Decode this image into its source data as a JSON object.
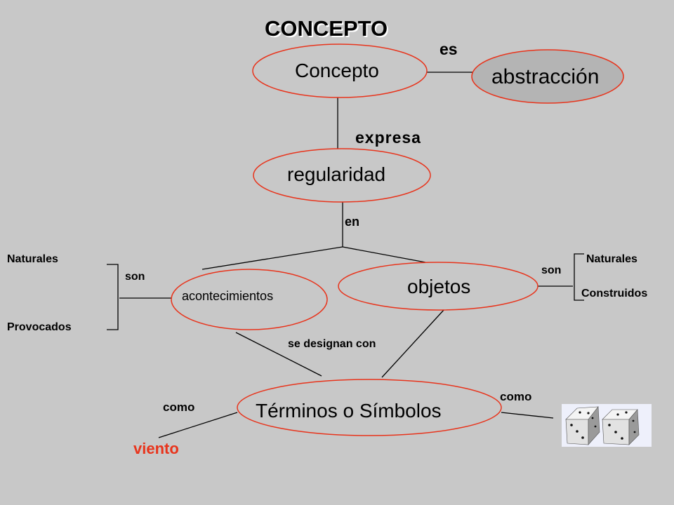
{
  "title": "CONCEPTO",
  "colors": {
    "background": "#c8c8c8",
    "ellipse_stroke": "#e8341c",
    "highlight_fill": "#b4b4b4",
    "accent_text": "#e8341c"
  },
  "nodes": {
    "concepto": "Concepto",
    "abstraccion": "abstracción",
    "regularidad": "regularidad",
    "acontecimientos": "acontecimientos",
    "objetos": "objetos",
    "terminos": "Términos  o Símbolos"
  },
  "links": {
    "es": "es",
    "expresa": "expresa",
    "en": "en",
    "son_left": "son",
    "son_right": "son",
    "se_designan_con": "se designan con",
    "como_left": "como",
    "como_right": "como"
  },
  "leaves": {
    "naturales_left": "Naturales",
    "provocados": "Provocados",
    "naturales_right": "Naturales",
    "construidos": "Construidos",
    "viento": "viento"
  },
  "images": {
    "dice": "dice-icon"
  }
}
